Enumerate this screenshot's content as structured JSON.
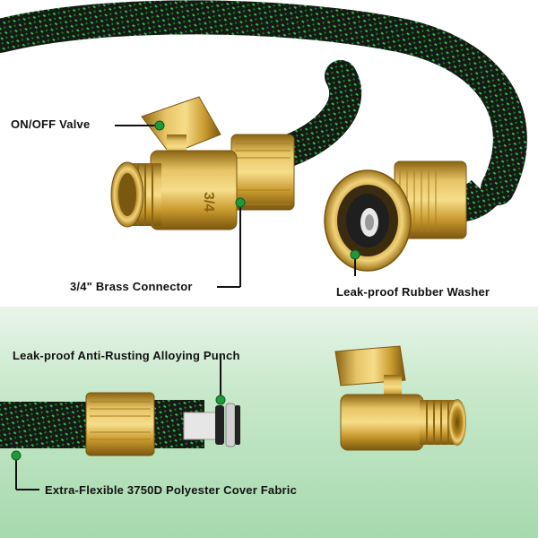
{
  "callouts": {
    "on_off_valve": "ON/OFF Valve",
    "brass_connector": "3/4\" Brass Connector",
    "rubber_washer": "Leak-proof Rubber Washer",
    "alloying_punch": "Leak-proof Anti-Rusting Alloying Punch",
    "cover_fabric": "Extra-Flexible 3750D Polyester Cover Fabric"
  },
  "connector_stamp": "3/4",
  "colors": {
    "hose_black": "#151a15",
    "hose_green": "#2fb84a",
    "brass": "#d9b04a",
    "brass_dark": "#9c7418",
    "panel_green": "#bfe4c3",
    "marker_green": "#1f9a3a"
  }
}
